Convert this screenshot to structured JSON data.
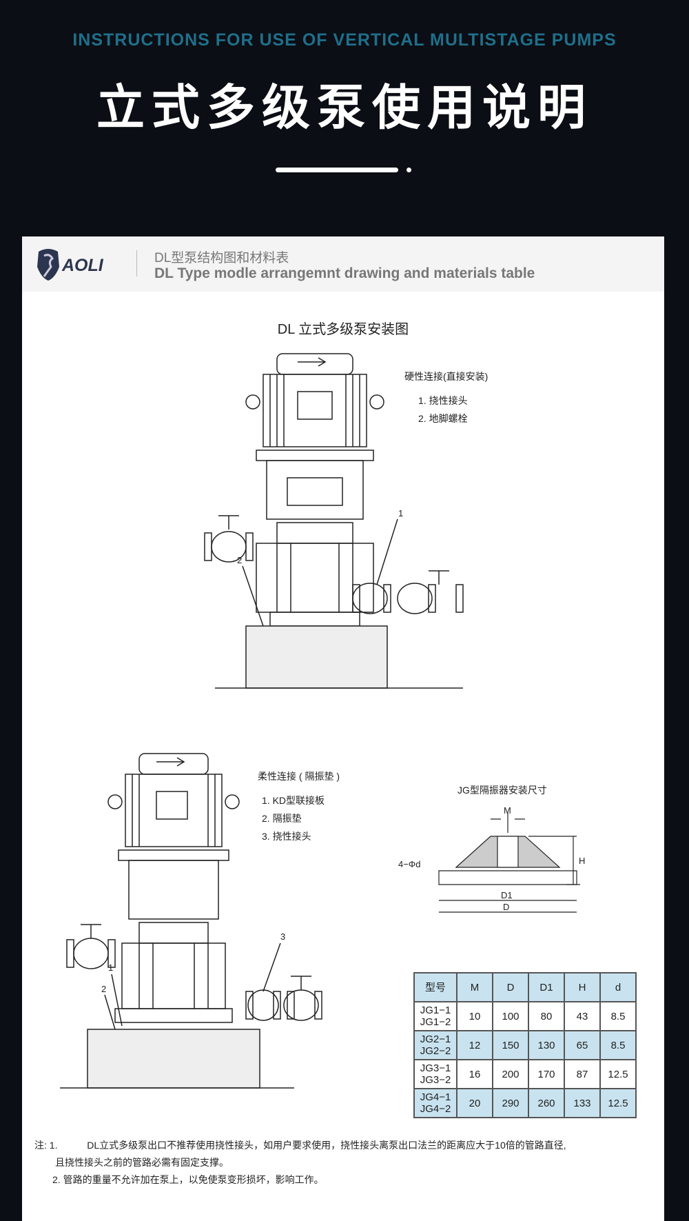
{
  "header": {
    "en_title": "INSTRUCTIONS FOR USE OF VERTICAL MULTISTAGE PUMPS",
    "cn_title": "立式多级泵使用说明"
  },
  "card": {
    "logo_text": "AOLI",
    "heading_cn": "DL型泵结构图和材料表",
    "heading_en": "DL Type modle arrangemnt drawing and materials table",
    "drawing_title": "DL 立式多级泵安装图"
  },
  "rigid": {
    "title": "硬性连接(直接安装)",
    "items": [
      "1. 挠性接头",
      "2. 地脚螺栓"
    ],
    "callouts": [
      "1",
      "2"
    ]
  },
  "flexible": {
    "title": "柔性连接 ( 隔振垫 )",
    "items": [
      "1. KD型联接板",
      "2. 隔振垫",
      "3. 挠性接头"
    ],
    "callouts": [
      "1",
      "2",
      "3"
    ]
  },
  "isolator": {
    "title": "JG型隔振器安装尺寸",
    "dims": {
      "M": "M",
      "H": "H",
      "hole": "4−Φd",
      "D1": "D1",
      "D": "D"
    }
  },
  "table": {
    "headers": [
      "型号",
      "M",
      "D",
      "D1",
      "H",
      "d"
    ],
    "rows": [
      [
        "JG1−1\nJG1−2",
        "10",
        "100",
        "80",
        "43",
        "8.5"
      ],
      [
        "JG2−1\nJG2−2",
        "12",
        "150",
        "130",
        "65",
        "8.5"
      ],
      [
        "JG3−1\nJG3−2",
        "16",
        "200",
        "170",
        "87",
        "12.5"
      ],
      [
        "JG4−1\nJG4−2",
        "20",
        "290",
        "260",
        "133",
        "12.5"
      ]
    ]
  },
  "notes": {
    "prefix": "注: 1.",
    "n1a": "DL立式多级泵出口不推荐使用挠性接头，如用户要求使用，挠性接头离泵出口法兰的距离应大于10倍的管路直径,",
    "n1b": "且挠性接头之前的管路必需有固定支撑。",
    "n2": "2. 管路的重量不允许加在泵上，以免使泵变形损坏，影响工作。"
  }
}
